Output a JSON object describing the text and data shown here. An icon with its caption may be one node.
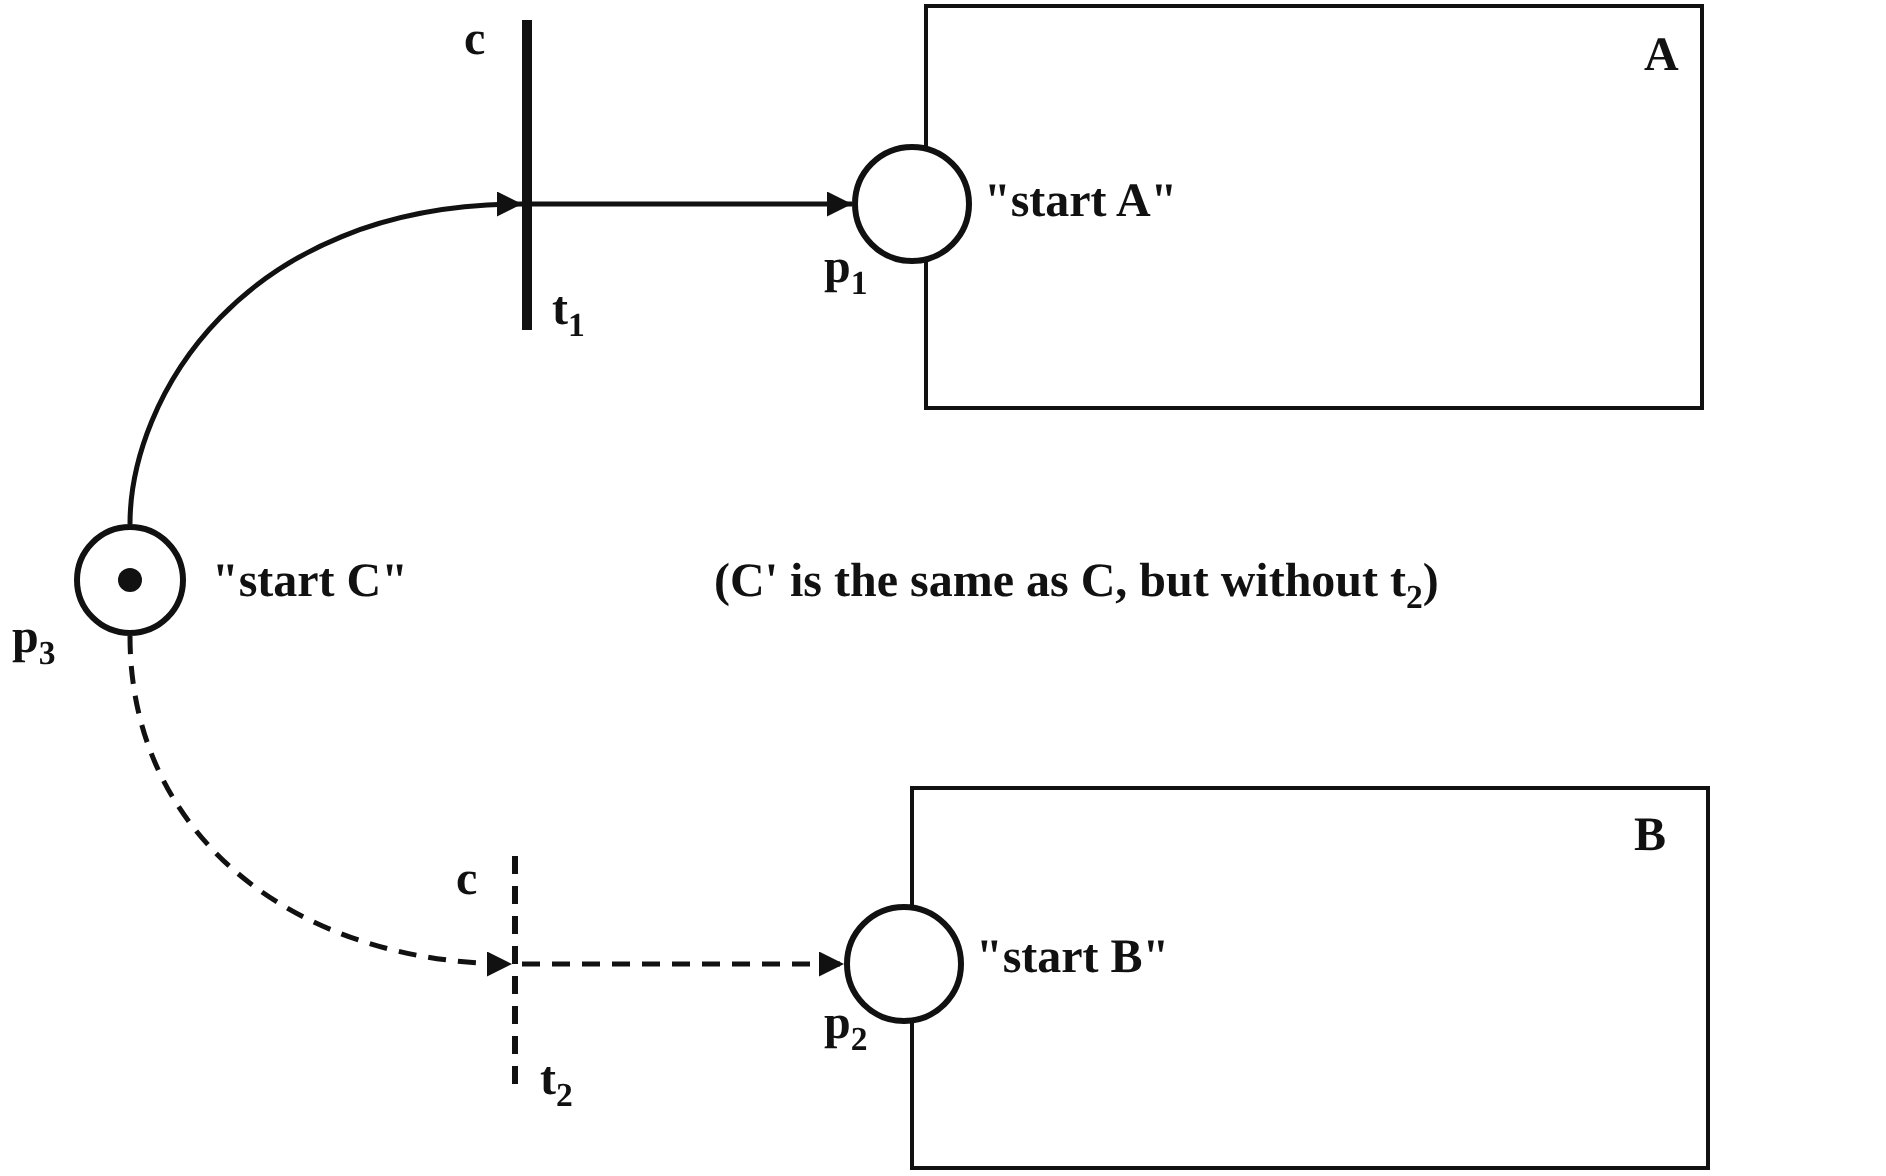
{
  "diagram": {
    "nodes": [
      {
        "text": [
          "A"
        ]
      },
      {
        "text": [],
        "shape": "circle",
        "beside": [
          "\"start A\"",
          "p$_{1}$"
        ]
      },
      {
        "text": [],
        "shape": "bar",
        "beside": [
          "c",
          "t$_{1}$"
        ]
      },
      {
        "text": [],
        "shape": "circle",
        "beside": [
          "\"start C\"",
          "p$_{3}$"
        ]
      },
      {
        "text": [
          "B"
        ]
      },
      {
        "text": [],
        "shape": "circle",
        "beside": [
          "\"start B\"",
          "p$_{2}$"
        ]
      },
      {
        "text": [],
        "shape": "bar",
        "beside": [
          "c",
          "t$_{2}$"
        ]
      }
    ],
    "edges": [
      {
        "from": 3,
        "to": 2,
        "arrow": "to"
      },
      {
        "from": 2,
        "to": 1,
        "arrow": "to"
      },
      {
        "from": 3,
        "to": 6,
        "arrow": "to",
        "style": "dashed"
      },
      {
        "from": 6,
        "to": 5,
        "arrow": "to",
        "style": "dashed"
      }
    ],
    "labels": [
      "(C' is the same as C, but without t$_{2}$)"
    ]
  }
}
